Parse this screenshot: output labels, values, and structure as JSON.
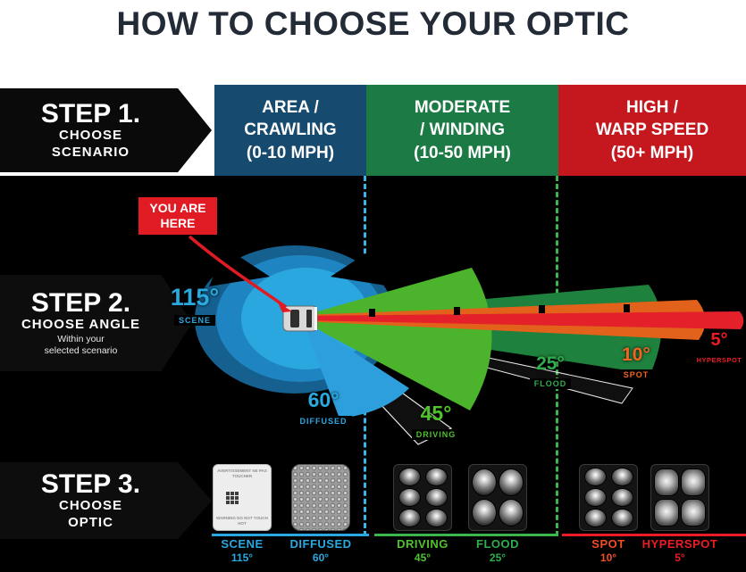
{
  "title": "HOW TO CHOOSE YOUR OPTIC",
  "step1": {
    "title": "STEP 1.",
    "line1": "CHOOSE",
    "line2": "SCENARIO"
  },
  "step2": {
    "title": "STEP 2.",
    "line1": "CHOOSE ANGLE",
    "note1": "Within your",
    "note2": "selected scenario"
  },
  "step3": {
    "title": "STEP 3.",
    "line1": "CHOOSE",
    "line2": "OPTIC"
  },
  "scenarios": [
    {
      "line1": "AREA /",
      "line2": "CRAWLING",
      "line3": "(0-10 MPH)",
      "color": "#174a6f"
    },
    {
      "line1": "MODERATE",
      "line2": "/ WINDING",
      "line3": "(10-50 MPH)",
      "color": "#1c7a45"
    },
    {
      "line1": "HIGH /",
      "line2": "WARP SPEED",
      "line3": "(50+ MPH)",
      "color": "#c4171e"
    }
  ],
  "you_are_here": {
    "line1": "YOU ARE",
    "line2": "HERE",
    "color": "#e01b24"
  },
  "beams": [
    {
      "angle": "115°",
      "name": "SCENE",
      "color": "#2aa9e0"
    },
    {
      "angle": "60°",
      "name": "DIFFUSED",
      "color": "#2aa9e0"
    },
    {
      "angle": "45°",
      "name": "DRIVING",
      "color": "#4fc32e"
    },
    {
      "angle": "25°",
      "name": "FLOOD",
      "color": "#2fae4e"
    },
    {
      "angle": "10°",
      "name": "SPOT",
      "color": "#f26522"
    },
    {
      "angle": "5°",
      "name": "HYPERSPOT",
      "color": "#ed1c24"
    }
  ],
  "optics": [
    {
      "name": "SCENE",
      "angle": "115°"
    },
    {
      "name": "DIFFUSED",
      "angle": "60°"
    },
    {
      "name": "DRIVING",
      "angle": "45°"
    },
    {
      "name": "FLOOD",
      "angle": "25°"
    },
    {
      "name": "SPOT",
      "angle": "10°"
    },
    {
      "name": "HYPERSPOT",
      "angle": "5°"
    }
  ],
  "scene_optic": {
    "top_text": "AVERTISSEMENT NE PAS TOUCHER",
    "bottom_text": "WARNING DO NOT TOUCH HOT"
  }
}
